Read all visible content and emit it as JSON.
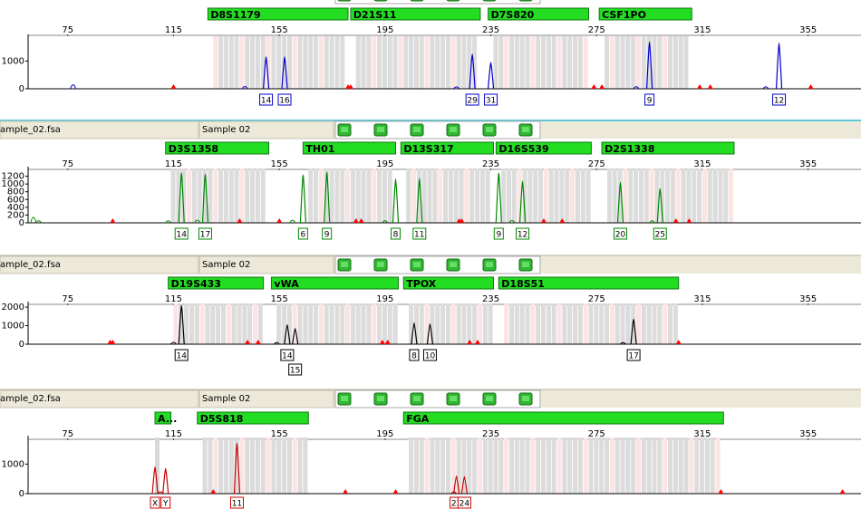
{
  "x_axis": {
    "min": 60,
    "max": 375,
    "ticks": [
      75,
      115,
      155,
      195,
      235,
      275,
      315,
      355
    ]
  },
  "panels": [
    {
      "name": "blue",
      "color": "#0000cc",
      "sample_file": "",
      "sample_name": "",
      "y_ticks": [
        0,
        1000
      ],
      "y_max": 1900,
      "markers": [
        {
          "name": "D8S1179",
          "start": 128,
          "end": 181
        },
        {
          "name": "D21S11",
          "start": 182,
          "end": 231
        },
        {
          "name": "D7S820",
          "start": 234,
          "end": 272
        },
        {
          "name": "CSF1PO",
          "start": 276,
          "end": 311
        }
      ],
      "peaks": [
        {
          "x": 150,
          "h": 1150,
          "label": "14"
        },
        {
          "x": 157,
          "h": 1150,
          "label": "16"
        },
        {
          "x": 228,
          "h": 1250,
          "label": "29"
        },
        {
          "x": 235,
          "h": 950,
          "label": "31"
        },
        {
          "x": 295,
          "h": 1700,
          "label": "9"
        },
        {
          "x": 344,
          "h": 1650,
          "label": "12"
        }
      ],
      "stutter": [
        {
          "x": 77,
          "h": 220
        },
        {
          "x": 142,
          "h": 90
        },
        {
          "x": 222,
          "h": 70
        },
        {
          "x": 290,
          "h": 80
        },
        {
          "x": 339,
          "h": 70
        }
      ],
      "off_ladder": [
        115,
        181,
        182,
        274,
        277,
        314,
        318,
        356
      ]
    },
    {
      "name": "green",
      "color": "#008800",
      "sample_file": "ample_02.fsa",
      "sample_name": "Sample 02",
      "y_ticks": [
        0,
        200,
        400,
        600,
        800,
        1000,
        1200
      ],
      "y_max": 1400,
      "markers": [
        {
          "name": "D3S1358",
          "start": 112,
          "end": 151
        },
        {
          "name": "TH01",
          "start": 164,
          "end": 199
        },
        {
          "name": "D13S317",
          "start": 201,
          "end": 236
        },
        {
          "name": "D16S539",
          "start": 237,
          "end": 273
        },
        {
          "name": "D2S1338",
          "start": 277,
          "end": 327
        }
      ],
      "peaks": [
        {
          "x": 118,
          "h": 1280,
          "label": "14"
        },
        {
          "x": 127,
          "h": 1250,
          "label": "17"
        },
        {
          "x": 164,
          "h": 1230,
          "label": "6"
        },
        {
          "x": 173,
          "h": 1300,
          "label": "9"
        },
        {
          "x": 199,
          "h": 1130,
          "label": "8"
        },
        {
          "x": 208,
          "h": 1140,
          "label": "11"
        },
        {
          "x": 238,
          "h": 1280,
          "label": "9"
        },
        {
          "x": 247,
          "h": 1070,
          "label": "12"
        },
        {
          "x": 284,
          "h": 1040,
          "label": "20"
        },
        {
          "x": 299,
          "h": 880,
          "label": "25"
        }
      ],
      "stutter": [
        {
          "x": 62,
          "h": 240
        },
        {
          "x": 64,
          "h": 60
        },
        {
          "x": 113,
          "h": 60
        },
        {
          "x": 124,
          "h": 90
        },
        {
          "x": 160,
          "h": 80
        },
        {
          "x": 195,
          "h": 60
        },
        {
          "x": 243,
          "h": 70
        },
        {
          "x": 296,
          "h": 60
        }
      ],
      "off_ladder": [
        92,
        140,
        155,
        184,
        186,
        223,
        224,
        255,
        262,
        305,
        310
      ]
    },
    {
      "name": "black",
      "color": "#000000",
      "sample_file": "ample_02.fsa",
      "sample_name": "Sample 02",
      "y_ticks": [
        0,
        1000,
        2000
      ],
      "y_max": 2200,
      "markers": [
        {
          "name": "D19S433",
          "start": 113,
          "end": 149
        },
        {
          "name": "vWA",
          "start": 152,
          "end": 200
        },
        {
          "name": "TPOX",
          "start": 202,
          "end": 236
        },
        {
          "name": "D18S51",
          "start": 238,
          "end": 306
        }
      ],
      "peaks": [
        {
          "x": 118,
          "h": 2100,
          "label": "14"
        },
        {
          "x": 158,
          "h": 1050,
          "label": "14"
        },
        {
          "x": 161,
          "h": 850,
          "label": "15"
        },
        {
          "x": 206,
          "h": 1150,
          "label": "8"
        },
        {
          "x": 212,
          "h": 1100,
          "label": "10"
        },
        {
          "x": 289,
          "h": 1350,
          "label": "17"
        }
      ],
      "stutter": [
        {
          "x": 115,
          "h": 110
        },
        {
          "x": 154,
          "h": 90
        },
        {
          "x": 285,
          "h": 70
        }
      ],
      "off_ladder": [
        91,
        92,
        143,
        147,
        194,
        196,
        227,
        230,
        306
      ]
    },
    {
      "name": "red",
      "color": "#cc0000",
      "sample_file": "ample_02.fsa",
      "sample_name": "Sample 02",
      "y_ticks": [
        0,
        1000
      ],
      "y_max": 1900,
      "markers": [
        {
          "name": "A...",
          "start": 108,
          "end": 114
        },
        {
          "name": "D5S818",
          "start": 124,
          "end": 166
        },
        {
          "name": "FGA",
          "start": 202,
          "end": 323
        }
      ],
      "peaks": [
        {
          "x": 108,
          "h": 900,
          "label": "X"
        },
        {
          "x": 112,
          "h": 850,
          "label": "Y"
        },
        {
          "x": 139,
          "h": 1700,
          "label": "11"
        },
        {
          "x": 222,
          "h": 600,
          "label": "23"
        },
        {
          "x": 225,
          "h": 580,
          "label": "24"
        }
      ],
      "stutter": [
        {
          "x": 110,
          "h": 60
        },
        {
          "x": 221,
          "h": 60
        }
      ],
      "off_ladder": [
        130,
        180,
        199,
        322,
        368
      ]
    }
  ]
}
